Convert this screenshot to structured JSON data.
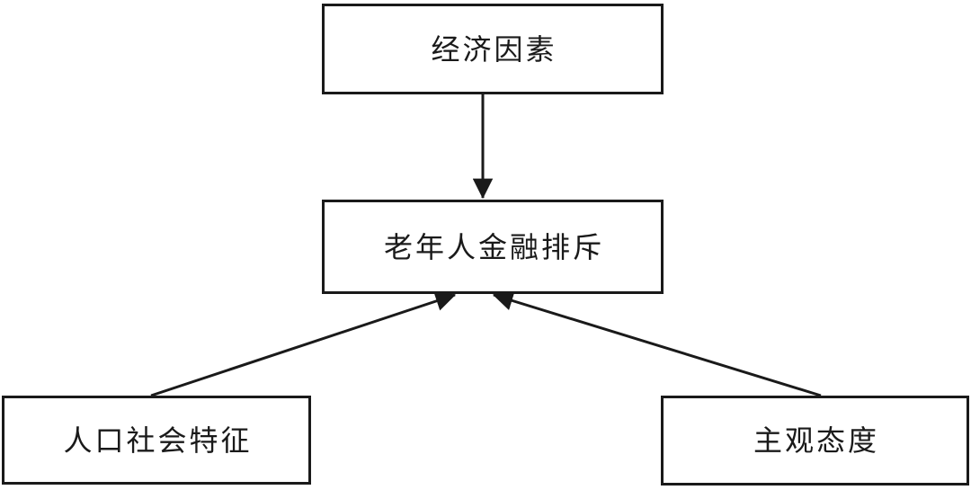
{
  "diagram": {
    "background_color": "#ffffff",
    "line_color": "#1a1a1a",
    "nodes": [
      {
        "id": "economic",
        "label": "经济因素",
        "position": "top-center"
      },
      {
        "id": "exclusion",
        "label": "老年人金融排斥",
        "position": "middle-center"
      },
      {
        "id": "demographic",
        "label": "人口社会特征",
        "position": "bottom-left"
      },
      {
        "id": "attitude",
        "label": "主观态度",
        "position": "bottom-right"
      }
    ],
    "edges": [
      {
        "from": "economic",
        "to": "exclusion",
        "direction": "down"
      },
      {
        "from": "demographic",
        "to": "exclusion",
        "direction": "up-right"
      },
      {
        "from": "attitude",
        "to": "exclusion",
        "direction": "up-left"
      }
    ]
  }
}
